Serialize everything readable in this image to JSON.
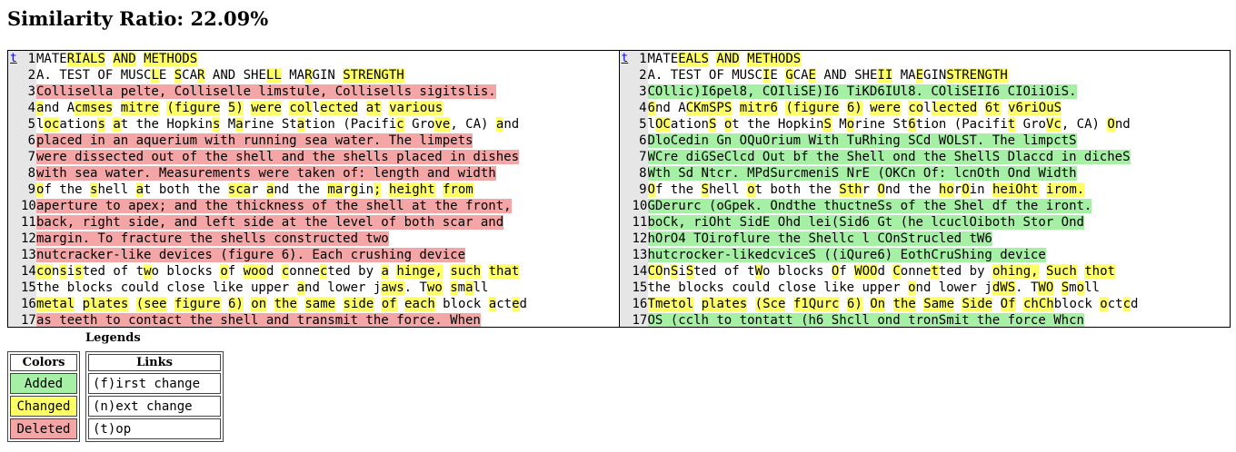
{
  "title": "Similarity Ratio: 22.09%",
  "top_link": "t",
  "colors": {
    "added": "#a6f0a6",
    "changed": "#ffff66",
    "deleted": "#f4a6a6"
  },
  "left_lines": [
    "MATERIALS AND METHODS",
    "A. TEST OF MUSCLE SCAR AND SHELL MARGIN STRENGTH",
    "Collisella pelte, Colliselle limstule, Collisells sigitslis.",
    "and Acmses mitre (figure 5) were collected at various",
    "locations at the Hopkins Marine Station (Pacific Grove, CA) and",
    "placed in an aquerium with running sea water. The limpets",
    "were dissected out of the shell and the shells placed in dishes",
    "with sea water. Measurements were taken of: length and width",
    "of the shell at both the scar and the margin; height from",
    "aperture to apex; and the thickness of the shell at the front,",
    "back, right side, and left side at the level of both scar and",
    "margin. To fracture the shells constructed two",
    "nutcracker-like devices (figure 6). Each crushing device",
    "consisted of two blocks of wood connected by a hinge, such that",
    "the blocks could close like upper and lower jaws. Two small",
    "metal plates (see figure 6) on the same side of each block acted",
    "as teeth to contact the shell and transmit the force. When"
  ],
  "right_lines": [
    "MATEEALS AND METHODS",
    "A. TEST OF MUSCIE GCAE AND SHEII MAEGINSTRENGTH",
    "COllic)I6pel8, COIliSE)I6 TiKD6IUl8. COliSEII6 CIOiiOiS.",
    "6nd ACKmSPS mitr6 (figure 6) were collected 6t v6riOuS",
    "lOCationS ot the HopkinS Morine St6tion (Pacifit GroVc, CA) Ond",
    "DloCedin Gn OQuOrium With TuRhing SCd WOLST. The limpctS",
    "WCre diGSeClcd Out bf the Shell ond the ShellS Dlaccd in dicheS",
    "Wth Sd Ntcr. MPdSurcmeniS NrE (OKCn Of: lcnOth Ond Width",
    "Of the Shell ot both the Sthr Ond the horOin heiOht irom.",
    "GDerurc (oGpek. Ondthe thuctneSs of the Shel df the iront.",
    "boCk, riOht SidE Ohd lei(Sid6 Gt (he lcuclOiboth Stor Ond",
    "hOrO4 TOiroflure the Shellc l COnStrucled tW6",
    "hutcrocker-likedcviceS ((iQure6) EothCruShing device",
    "COnSiSted of tWo blocks Of WOOd Connetted by ohing, Such thot",
    "the blocks could close like upper ond lower jdWS. TWO Smoll",
    "Tmetol plates (Sce f1Qurc 6) On the Same Side Of chChblock octcd",
    "OS (cclh to tontatt (h6 Shcll ond tronSmit the force Whcn"
  ],
  "legend": {
    "title": "Legends",
    "colors_header": "Colors",
    "links_header": "Links",
    "added": "Added",
    "changed": "Changed",
    "deleted": "Deleted",
    "first_change": "(f)irst change",
    "next_change": "(n)ext change",
    "top": "(t)op"
  }
}
